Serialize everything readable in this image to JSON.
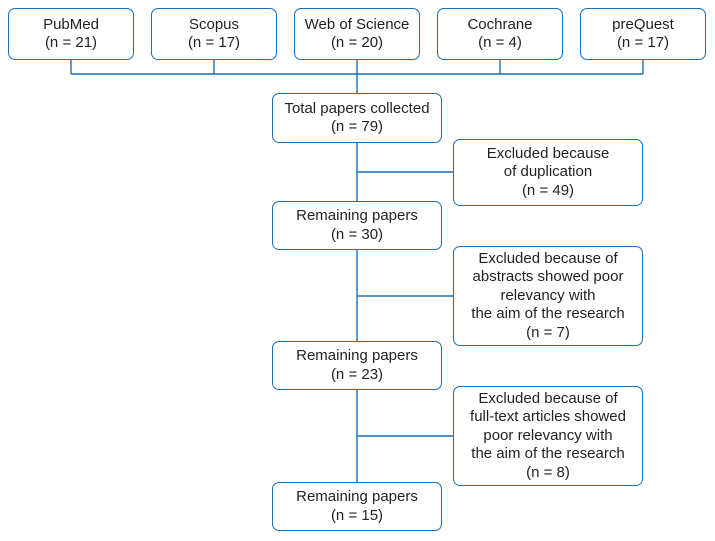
{
  "sources": [
    {
      "name": "PubMed",
      "count": "(n = 21)"
    },
    {
      "name": "Scopus",
      "count": "(n = 17)"
    },
    {
      "name": "Web of Science",
      "count": "(n = 20)"
    },
    {
      "name": "Cochrane",
      "count": "(n = 4)"
    },
    {
      "name": "preQuest",
      "count": "(n = 17)"
    }
  ],
  "main": [
    {
      "label": "Total papers collected",
      "count": "(n = 79)"
    },
    {
      "label": "Remaining papers",
      "count": "(n = 30)"
    },
    {
      "label": "Remaining papers",
      "count": "(n = 23)"
    },
    {
      "label": "Remaining papers",
      "count": "(n = 15)"
    }
  ],
  "exclusions": [
    {
      "lines": [
        "Excluded because",
        "of duplication",
        "(n = 49)"
      ]
    },
    {
      "lines": [
        "Excluded because of",
        "abstracts showed poor",
        "relevancy with",
        "the aim of the research",
        "(n = 7)"
      ]
    },
    {
      "lines": [
        "Excluded because of",
        "full-text articles showed",
        "poor relevancy with",
        "the aim of the research",
        "(n = 8)"
      ]
    }
  ],
  "colors": {
    "box_border": "#1a6fb5",
    "connector": "#1a6fb5",
    "text": "#231f20"
  }
}
